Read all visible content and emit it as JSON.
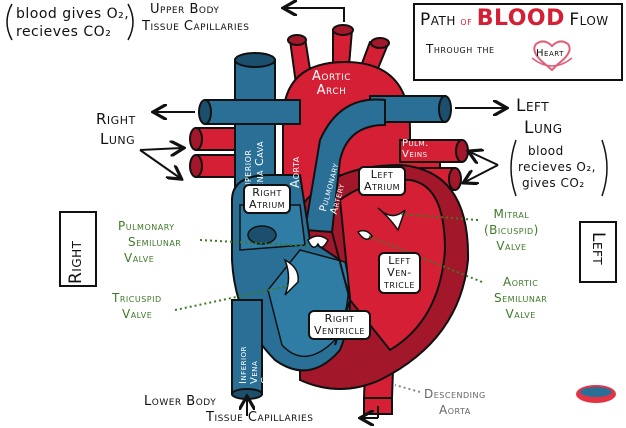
{
  "title": {
    "line1_a": "Path",
    "line1_b": "of",
    "line1_c": "BLOOD",
    "line1_d": "Flow",
    "line2": "Through the",
    "heart": "Heart"
  },
  "top_left_note": {
    "line1": "blood gives O₂,",
    "line2": "recieves CO₂"
  },
  "right_note": {
    "line1": "blood",
    "line2": "recieves O₂,",
    "line3": "gives CO₂"
  },
  "upper_body": {
    "line1": "Upper Body",
    "line2": "Tissue Capillaries"
  },
  "lower_body": {
    "line1": "Lower Body",
    "line2": "Tissue Capillaries"
  },
  "right_lung": {
    "line1": "Right",
    "line2": "Lung"
  },
  "left_lung": {
    "line1": "Left",
    "line2": "Lung"
  },
  "side_right": "Right",
  "side_left": "Left",
  "labels": {
    "superior_vena_cava": [
      "Superior",
      "Vena Cava"
    ],
    "inferior_vena_cava": [
      "Inferior",
      "Vena",
      "Cava"
    ],
    "aortic_arch": [
      "Aortic",
      "Arch"
    ],
    "aorta": "Aorta",
    "pulmonary_artery": [
      "Pulmonary",
      "Artery"
    ],
    "pulm_veins": [
      "Pulm.",
      "Veins"
    ],
    "right_atrium": [
      "Right",
      "Atrium"
    ],
    "left_atrium": [
      "Left",
      "Atrium"
    ],
    "right_ventricle": [
      "Right",
      "Ventricle"
    ],
    "left_ventricle": [
      "Left",
      "Ven-",
      "tricle"
    ],
    "pulmonary_valve": [
      "Pulmonary",
      "Semilunar",
      "Valve"
    ],
    "tricuspid_valve": [
      "Tricuspid",
      "Valve"
    ],
    "mitral_valve": [
      "Mitral",
      "(Bicuspid)",
      "Valve"
    ],
    "aortic_valve": [
      "Aortic",
      "Semilunar",
      "Valve"
    ],
    "descending_aorta": [
      "Descending",
      "Aorta"
    ]
  },
  "colors": {
    "red": "#d41f35",
    "dark_red": "#a3172a",
    "blue": "#2a6f95",
    "dark_blue": "#1c4f6e",
    "green_label": "#3e7a26",
    "title_red": "#d41f35",
    "heart_pink": "#e0607a"
  }
}
